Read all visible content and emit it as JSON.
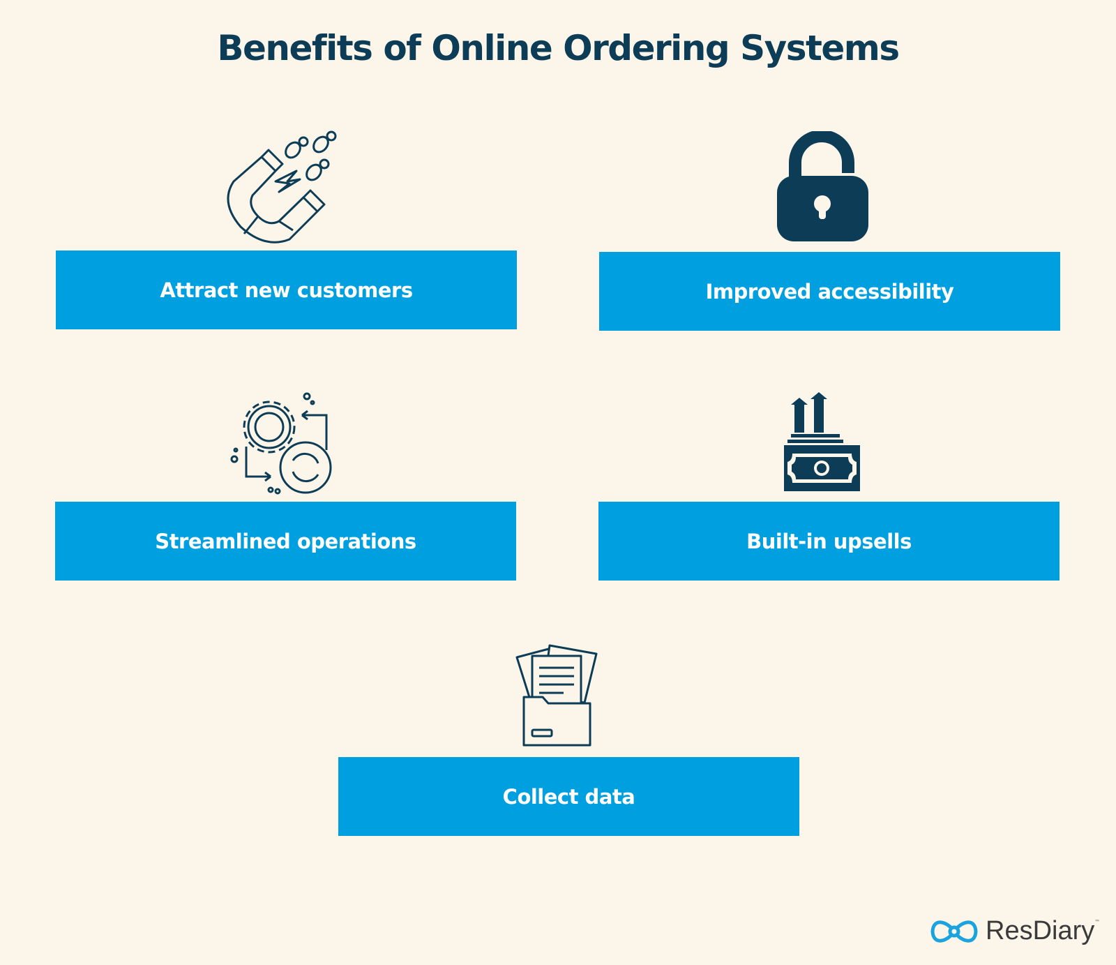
{
  "title": "Benefits of Online Ordering Systems",
  "benefits": [
    {
      "label": "Attract new customers",
      "icon": "magnet-icon"
    },
    {
      "label": "Improved accessibility",
      "icon": "unlocked-padlock-icon"
    },
    {
      "label": "Streamlined operations",
      "icon": "gear-process-icon"
    },
    {
      "label": "Built-in upsells",
      "icon": "money-growth-icon"
    },
    {
      "label": "Collect data",
      "icon": "folder-documents-icon"
    }
  ],
  "logo": {
    "text": "ResDiary",
    "tm": "™"
  },
  "colors": {
    "background": "#fbf5ea",
    "box": "#009fdf",
    "navy": "#0d3d56"
  }
}
